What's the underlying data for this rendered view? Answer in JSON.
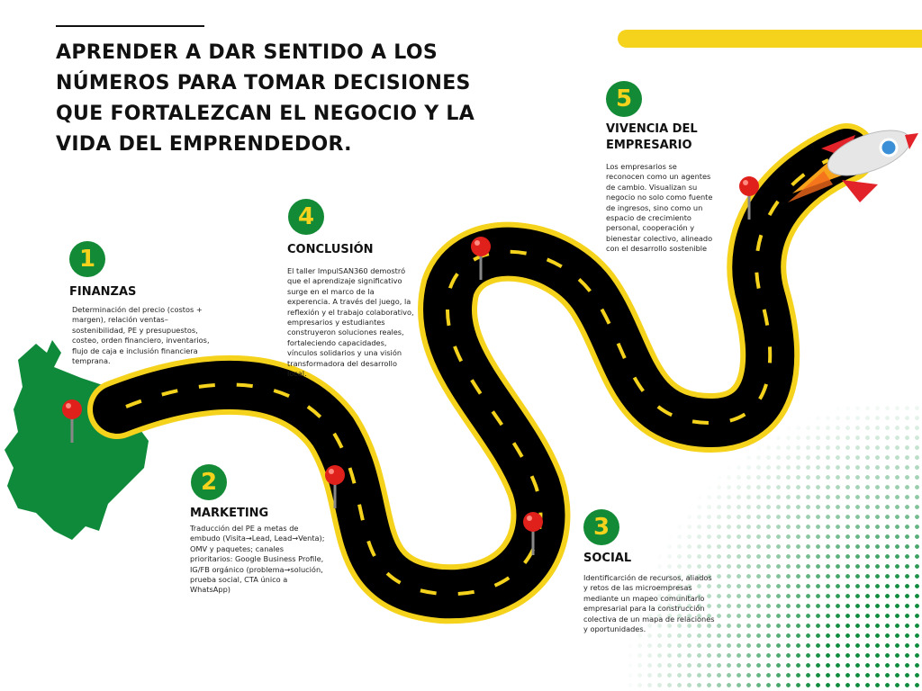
{
  "title": "APRENDER A DAR SENTIDO A LOS NÚMEROS PARA TOMAR DECISIONES QUE FORTALEZCAN EL NEGOCIO Y LA VIDA DEL EMPRENDEDOR.",
  "colors": {
    "green": "#138a36",
    "yellow": "#f5d31c",
    "road": "#000000",
    "pin": "#e0201b"
  },
  "steps": [
    {
      "number": "1",
      "heading": "FINANZAS",
      "text": "Determinación del precio (costos + margen), relación ventas–sostenibilidad, PE y presupuestos, costeo, orden financiero, inventarios, flujo de caja e inclusión financiera temprana."
    },
    {
      "number": "2",
      "heading": "MARKETING",
      "text": "Traducción del PE a metas de embudo (Visita→Lead, Lead→Venta); OMV y paquetes; canales prioritarios: Google Business Profile, IG/FB orgánico (problema→solución, prueba social, CTA único a WhatsApp)"
    },
    {
      "number": "3",
      "heading": "SOCIAL",
      "text": "Identificarción de recursos, aliados y retos de las microempresas mediante un mapeo comunitario empresarial para la construcción colectiva de un mapa de relaciones y oportunidades."
    },
    {
      "number": "4",
      "heading": "CONCLUSIÓN",
      "text": "El taller ImpulSAN360 demostró que el aprendizaje significativo surge en el marco de la experencia. A través del juego, la reflexión y el trabajo colaborativo, empresarios y estudiantes construyeron soluciones reales, fortaleciendo capacidades, vínculos solidarios y una visión transformadora del desarrollo local."
    },
    {
      "number": "5",
      "heading": "VIVENCIA DEL EMPRESARIO",
      "text": "Los empresarios se reconocen como un agentes de cambio. Visualizan su negocio no solo como fuente de ingresos, sino como un espacio de crecimiento personal, cooperación y bienestar colectivo, alineado con el desarrollo sostenible"
    }
  ]
}
